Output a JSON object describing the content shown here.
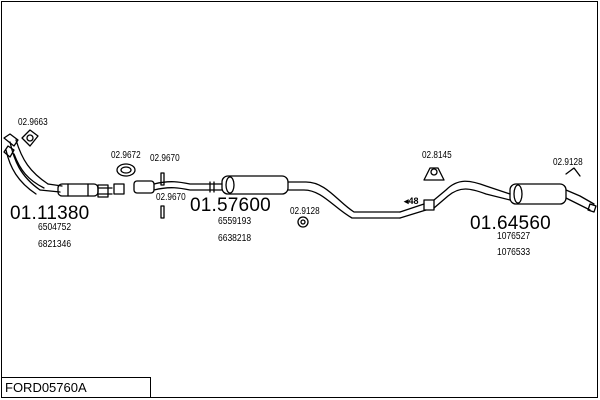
{
  "diagram": {
    "title": "FORD05760A",
    "main_parts": [
      {
        "number": "01.11380",
        "oem": [
          "6504752",
          "6821346"
        ]
      },
      {
        "number": "01.57600",
        "oem": [
          "6559193",
          "6638218"
        ]
      },
      {
        "number": "01.64560",
        "oem": [
          "1076527",
          "1076533"
        ]
      }
    ],
    "small_parts": [
      {
        "code": "02.9663"
      },
      {
        "code": "02.9672"
      },
      {
        "code": "02.9670"
      },
      {
        "code": "02.9670"
      },
      {
        "code": "02.9128"
      },
      {
        "code": "02.8145"
      },
      {
        "code": "02.9128"
      }
    ],
    "pipe_marker": "48"
  }
}
